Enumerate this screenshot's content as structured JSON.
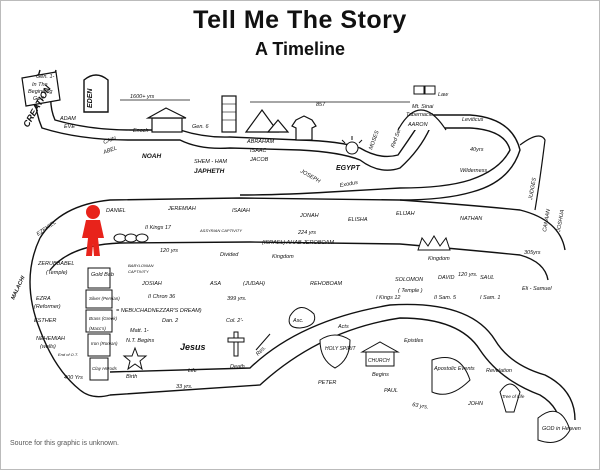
{
  "title": "Tell Me The Story",
  "subtitle": "A Timeline",
  "source_note": "Source for this graphic is unknown.",
  "labels": {
    "gen1": "Gen. 1-",
    "in_the": "In The",
    "beginning": "Beginning",
    "god": "God",
    "creation": "CREATION",
    "adam": "ADAM",
    "eve": "EVE",
    "eden": "EDEN",
    "yrs1600": "1600+ yrs",
    "cain": "CAIN",
    "abel": "ABEL",
    "enoch": "Enoch",
    "gen6": "Gen. 6",
    "noah": "NOAH",
    "shem_ham": "SHEM - HAM",
    "japheth": "JAPHETH",
    "abraham": "ABRAHAM",
    "isaac": "ISAAC",
    "jacob": "JACOB",
    "joseph": "JOSEPH",
    "egypt": "EGYPT",
    "exodus": "Exodus",
    "moses": "MOSES",
    "red_sea": "Red Sea",
    "n857": "857",
    "law": "Law",
    "mt_sinai": "Mt. Sinai",
    "tabernacle": "Tabernacle",
    "aaron": "AARON",
    "leviticus": "Leviticus",
    "yrs40": "40yrs",
    "wilderness": "Wilderness",
    "judges": "JUDGES",
    "joshua": "JOSHUA",
    "canaan": "CANAAN",
    "yrs305": "305yrs",
    "ezekiel": "EZEKIEL",
    "daniel": "DANIEL",
    "jeremiah": "JEREMIAH",
    "isaiah": "ISAIAH",
    "jonah": "JONAH",
    "elisha": "ELISHA",
    "elijah": "ELIJAH",
    "nathan": "NATHAN",
    "ii_kings_17": "II Kings 17",
    "assyrian_captivity": "ASSYRIAN CAPTIVITY",
    "yrs224": "224 yrs",
    "israel_ahab": "(ISRAEL) AHAB JEROBOAM",
    "yrs120_a": "120 yrs",
    "divided": "Divided",
    "kingdom": "Kingdom",
    "kingdom2": "Kingdom",
    "yrs120_b": "120 yrs.",
    "malachi": "MALACHI",
    "zerubbabel": "ZERUBBABEL",
    "temple": "(Temple)",
    "babylonian": "BABYLONIAN",
    "captivity": "CAPTIVITY",
    "josiah": "JOSIAH",
    "asa": "ASA",
    "judah": "(JUDAH)",
    "rehoboam": "REHOBOAM",
    "solomon": "SOLOMON",
    "david": "DAVID",
    "saul": "SAUL",
    "eli_samuel": "Eli - Samuel",
    "temple2": "( Temple )",
    "gold_bab": "Gold Bab",
    "silver_persian": "Silver (Persian)",
    "brass_greek": "Brass (Greek)",
    "maccs": "(Macc's)",
    "iron_roman": "Iron (Roman)",
    "clay_herods": "Clay Herods",
    "ii_chron_36": "II Chron 36",
    "yrs399": "399 yrs.",
    "i_kings_12": "I Kings 12",
    "ii_sam_5": "II Sam. 5",
    "i_sam_1": "I Sam. 1",
    "ezra": "EZRA",
    "reformer": "(Reformer)",
    "esther": "ESTHER",
    "nehemiah": "NEHEMIAH",
    "walls": "(walls)",
    "end_ot": "End of O.T.",
    "yrs400": "400 Yrs",
    "nebuchadnezzar": "= NEBUCHADNEZZAR'S DREAM)",
    "dan2": "Dan. 2",
    "matt1": "Matt. 1-",
    "nt_begins": "N.T. Begins",
    "birth": "Birth",
    "jesus": "Jesus",
    "life": "Life",
    "col2": "Col. 2'-",
    "death": "Death",
    "res": "Res.",
    "asc": "Asc.",
    "acts": "Acts",
    "holy_spirit": "HOLY SPIRIT",
    "church": "CHURCH",
    "begins": "Begins",
    "epistles": "Epistles",
    "peter": "PETER",
    "paul": "PAUL",
    "apostolic_events": "Apostolic Events",
    "revelation": "Revelation",
    "tree_of_life": "Tree of Life",
    "john": "JOHN",
    "yrs33": "33 yrs.",
    "yrs63": "63 yrs.",
    "god_in_heaven": "GOD in Heaven"
  },
  "colors": {
    "ink": "#111111",
    "figure": "#e8231b"
  }
}
